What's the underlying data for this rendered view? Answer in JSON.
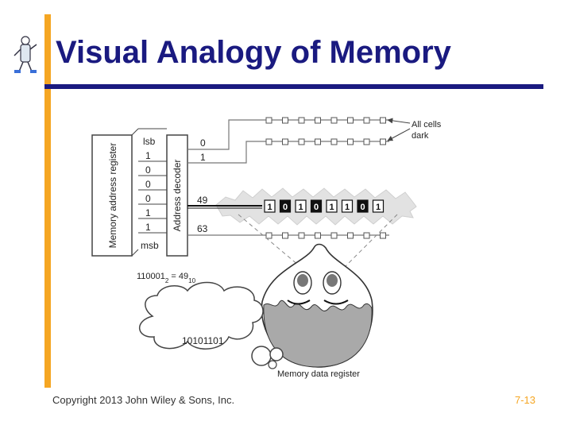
{
  "slide": {
    "title": "Visual Analogy of Memory",
    "copyright": "Copyright 2013 John Wiley & Sons, Inc.",
    "page_number": "7-13"
  },
  "figure": {
    "register_label": "Memory address register",
    "decoder_label": "Address decoder",
    "lsb": "lsb",
    "msb": "msb",
    "address_bits": [
      "1",
      "0",
      "0",
      "0",
      "1",
      "1"
    ],
    "row_numbers": [
      "0",
      "1",
      "49",
      "63"
    ],
    "callout": "All cells dark",
    "callout_lines": [
      "All cells",
      "dark"
    ],
    "selected_row_cells": [
      "1",
      "0",
      "1",
      "0",
      "1",
      "1",
      "0",
      "1"
    ],
    "equation": {
      "base": "110001",
      "sub1": "2",
      "mid": " = 49",
      "sub2": "10"
    },
    "thought": "10101101",
    "data_register_label": "Memory data register"
  },
  "colors": {
    "title": "#1a1a80",
    "accent": "#f5a623",
    "line": "#555555"
  }
}
